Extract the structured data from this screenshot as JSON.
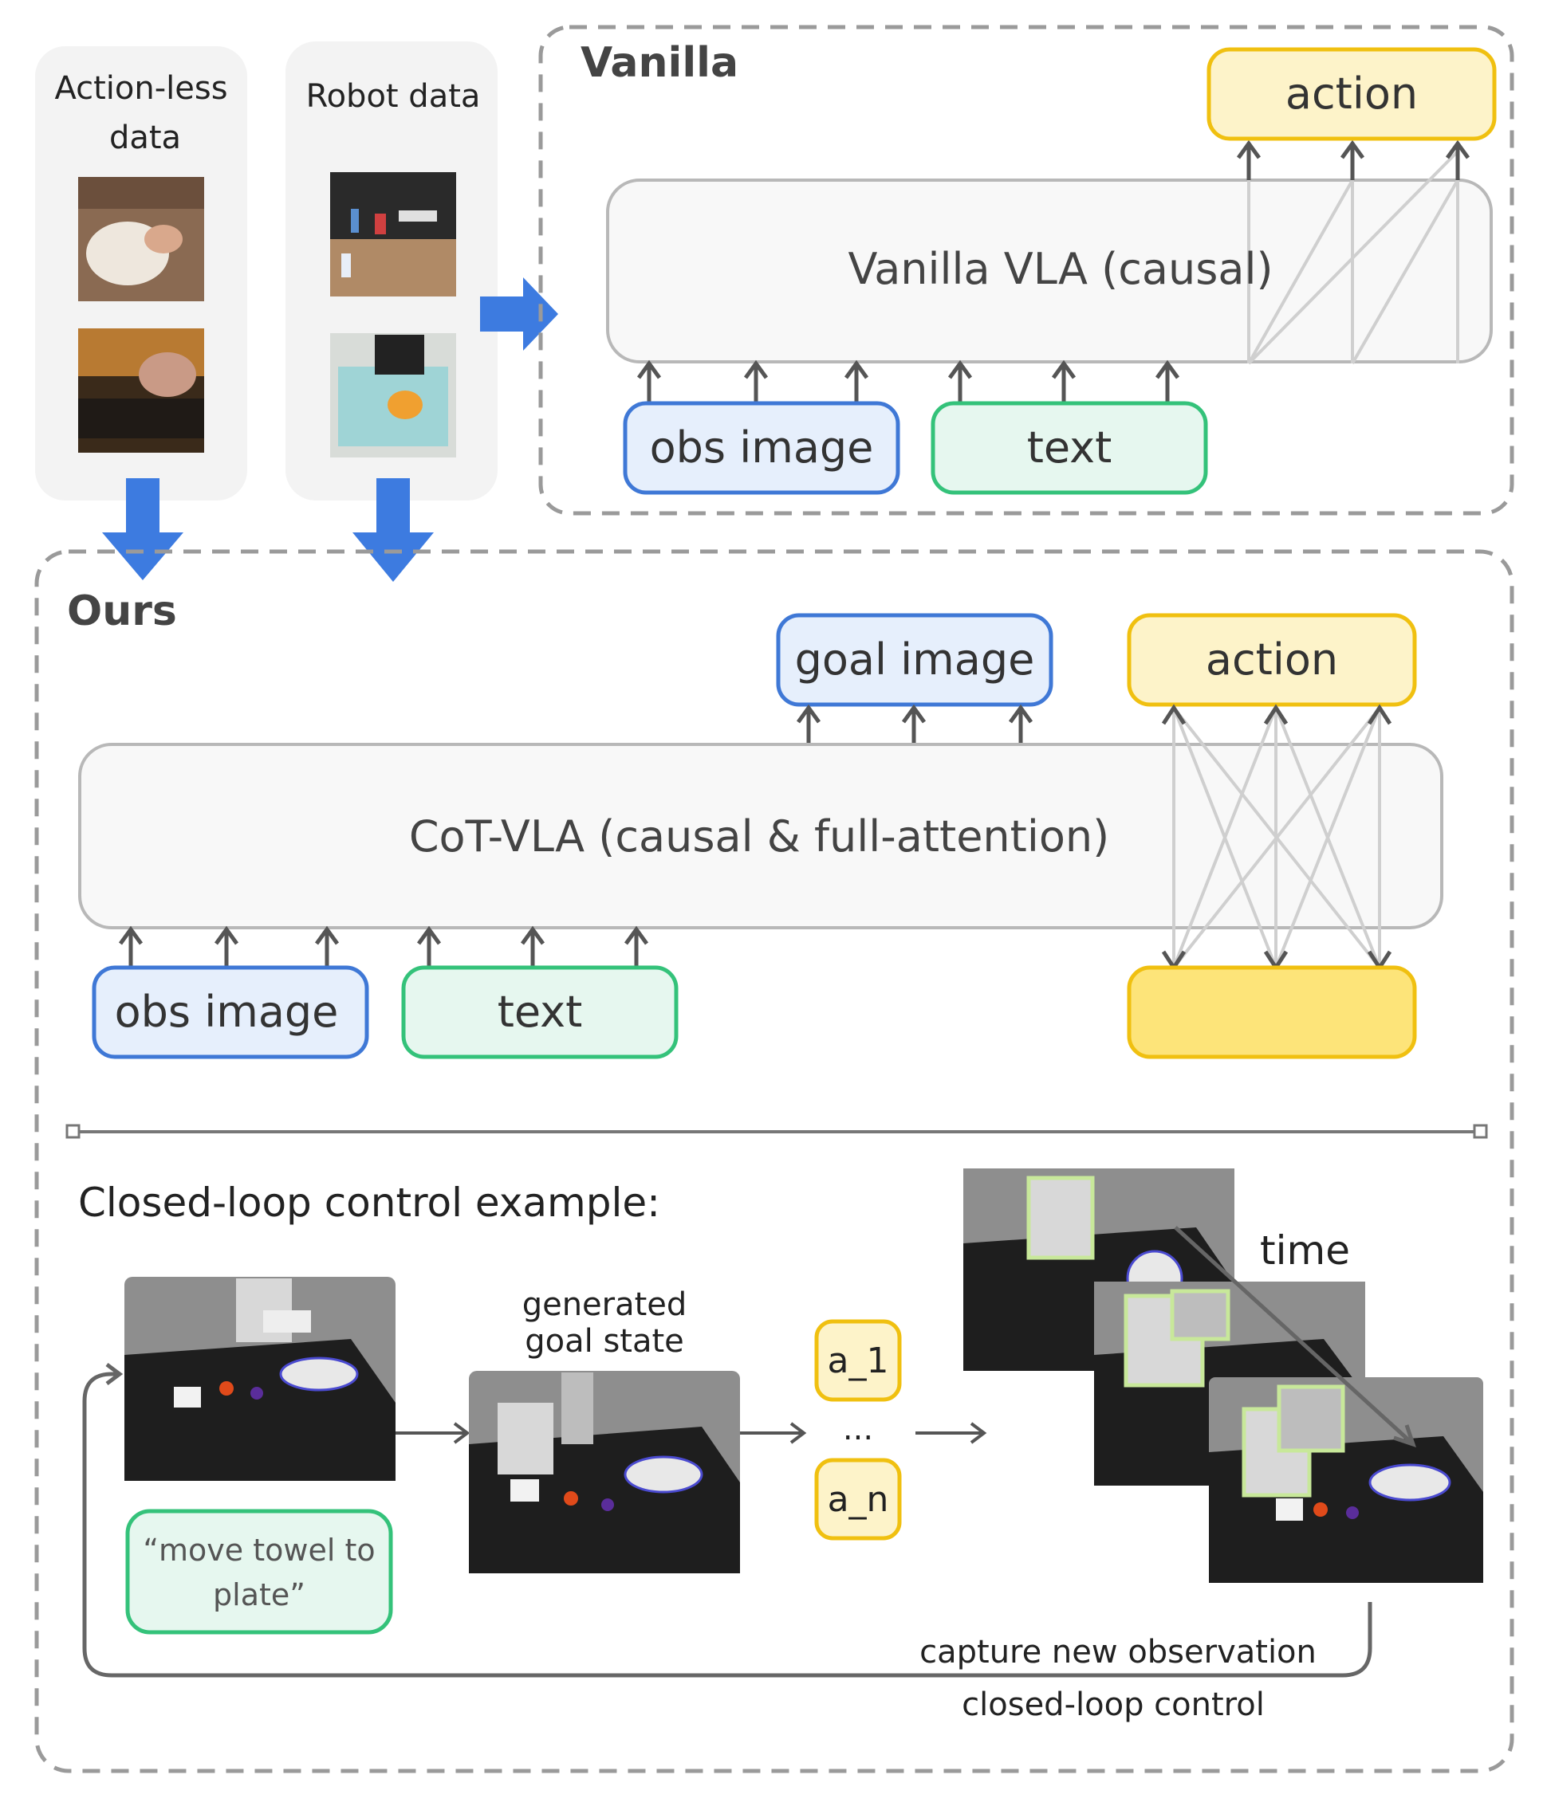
{
  "panels": {
    "action_less": {
      "label_line1": "Action-less",
      "label_line2": "data"
    },
    "robot": {
      "label": "Robot data"
    }
  },
  "vanilla": {
    "title": "Vanilla",
    "model_label": "Vanilla VLA (causal)",
    "action_label": "action",
    "obs_label": "obs image",
    "text_label": "text"
  },
  "ours": {
    "title": "Ours",
    "model_label": "CoT-VLA (causal & full-attention)",
    "goal_label": "goal image",
    "action_label": "action",
    "obs_label": "obs image",
    "text_label": "text"
  },
  "closed_loop": {
    "heading": "Closed-loop control example:",
    "instruction_line1": "“move towel to",
    "instruction_line2": "plate”",
    "generated_line1": "generated",
    "generated_line2": "goal state",
    "action_first": "a_1",
    "ellipsis": "...",
    "action_last": "a_n",
    "time_label": "time",
    "capture_label": "capture new observation",
    "loop_label": "closed-loop control"
  },
  "colors": {
    "blue_arrow": "#3d7be0",
    "obs_border": "#3f78d6",
    "text_border": "#34c27a",
    "action_border": "#f0c010"
  }
}
